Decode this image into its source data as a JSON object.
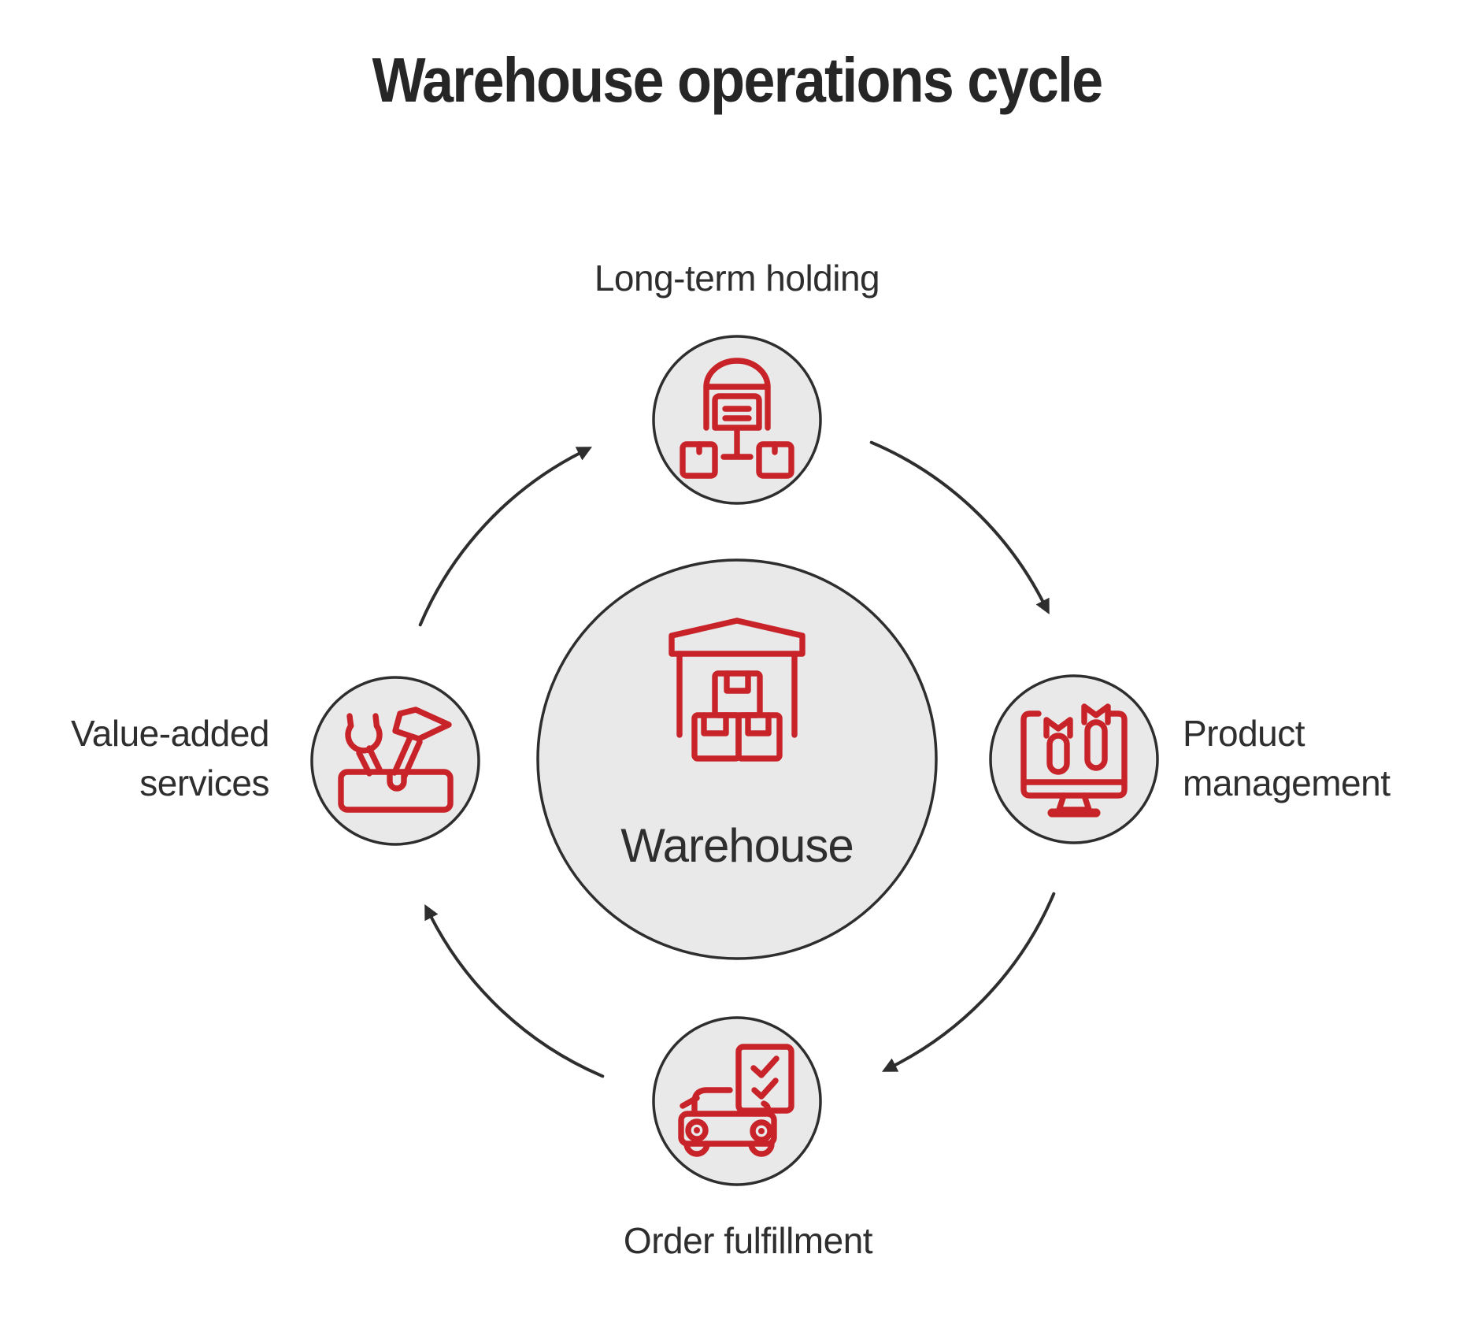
{
  "title": "Warehouse operations cycle",
  "center_node": {
    "label": "Warehouse",
    "icon": "warehouse-icon"
  },
  "nodes": {
    "top": {
      "id": "long-term-holding",
      "lines": [
        "Long-term holding"
      ],
      "icon": "storage-unit-icon"
    },
    "right": {
      "id": "product-management",
      "lines": [
        "Product",
        "management"
      ],
      "icon": "products-monitor-icon"
    },
    "bottom": {
      "id": "order-fulfillment",
      "lines": [
        "Order fulfillment"
      ],
      "icon": "delivery-car-checklist-icon"
    },
    "left": {
      "id": "value-added-services",
      "lines": [
        "Value-added",
        "services"
      ],
      "icon": "toolbox-icon"
    }
  },
  "flow": {
    "direction": "clockwise",
    "sequence": [
      "value-added-services",
      "long-term-holding",
      "product-management",
      "order-fulfillment",
      "value-added-services"
    ]
  },
  "colors": {
    "accent_red": "#c9232a",
    "node_fill": "#e9e9e9",
    "outline": "#2e2e2e",
    "text": "#2e2e2e",
    "background": "#ffffff"
  }
}
